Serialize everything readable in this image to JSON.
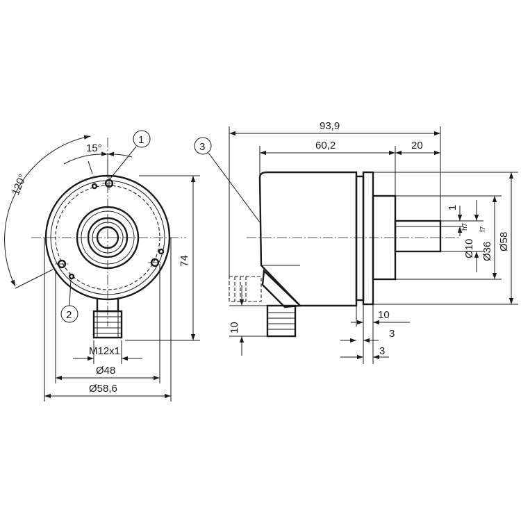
{
  "front_view": {
    "angle_small": "15°",
    "angle_large": "120°",
    "height": "74",
    "thread": "M12x1",
    "bolt_circle": "Ø48",
    "outer_diameter": "Ø58,6"
  },
  "side_view": {
    "overall_length": "93,9",
    "body_length": "60,2",
    "shaft_length": "20",
    "flange_diameter": "Ø58",
    "spigot_diameter": "Ø36",
    "spigot_tolerance": "f7",
    "shaft_diameter": "Ø10",
    "shaft_tolerance": "h7",
    "flat_depth": "1",
    "flange_offset": "10",
    "connector_offset": "10",
    "spigot_width_top": "3",
    "spigot_width_bottom": "3"
  },
  "callouts": [
    "1",
    "2",
    "3"
  ]
}
